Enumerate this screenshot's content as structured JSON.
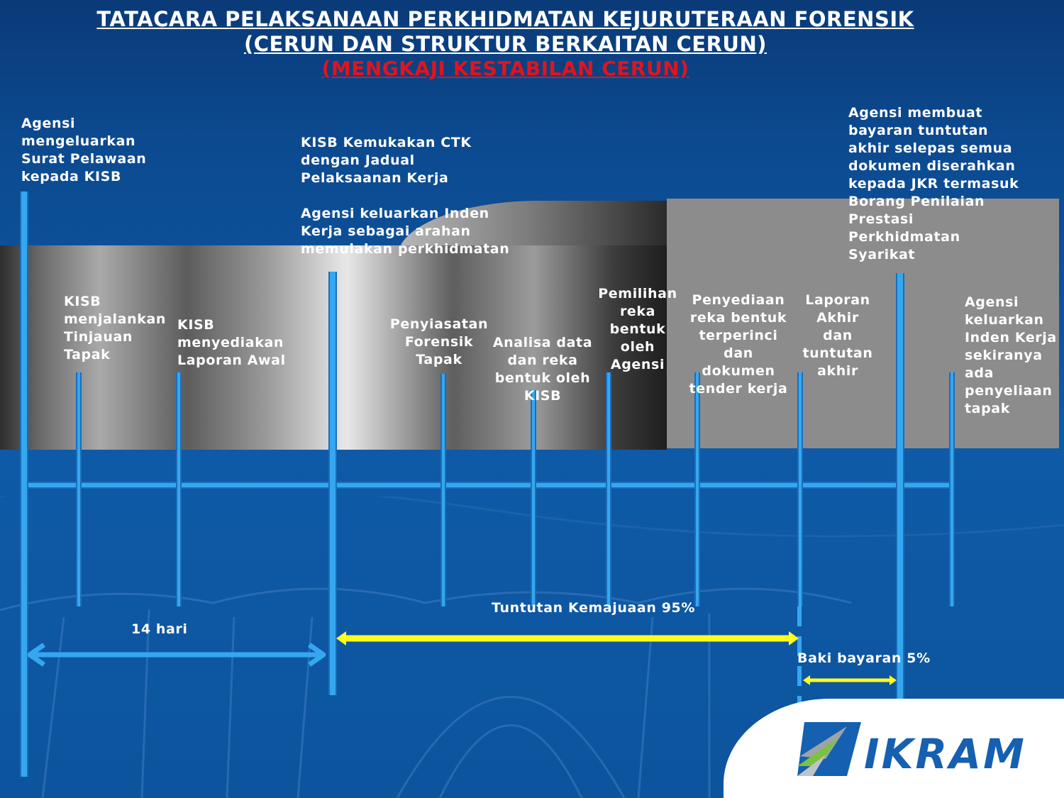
{
  "header": {
    "title_line1": "TATACARA PELAKSANAAN PERKHIDMATAN KEJURUTERAAN FORENSIK",
    "title_line2": "(CERUN DAN STRUKTUR BERKAITAN CERUN)",
    "subtitle": "(MENGKAJI KESTABILAN CERUN)",
    "subtitle_color": "#e0141e"
  },
  "steps": {
    "s1": "Agensi mengeluarkan Surat Pelawaan kepada KISB",
    "s2": "KISB menjalankan Tinjauan Tapak",
    "s3": "KISB menyediakan Laporan Awal",
    "s4a": "KISB Kemukakan CTK dengan Jadual Pelaksaanan Kerja",
    "s4b": "Agensi keluarkan Inden Kerja sebagai arahan memulakan perkhidmatan",
    "s5": "Penyiasatan Forensik Tapak",
    "s6": "Analisa data dan reka bentuk oleh KISB",
    "s7": "Pemilihan reka bentuk oleh Agensi",
    "s8": "Penyediaan reka bentuk terperinci dan dokumen tender kerja",
    "s9": "Laporan Akhir dan tuntutan akhir",
    "s10": "Agensi membuat bayaran tuntutan akhir selepas semua dokumen diserahkan kepada JKR termasuk Borang Penilaian Prestasi Perkhidmatan Syarikat",
    "s11": "Agensi keluarkan Inden Kerja sekiranya ada penyeliaan tapak"
  },
  "spans": {
    "days": "14 hari",
    "progress": "Tuntutan Kemajuaan  95%",
    "balance": "Baki bayaran 5%"
  },
  "colors": {
    "bar": "#35a7f0",
    "arrow_blue": "#35a7f0",
    "arrow_yellow": "#ffff1e"
  },
  "logo": {
    "text": "IKRAM",
    "icon": "ikram-logo-icon"
  }
}
